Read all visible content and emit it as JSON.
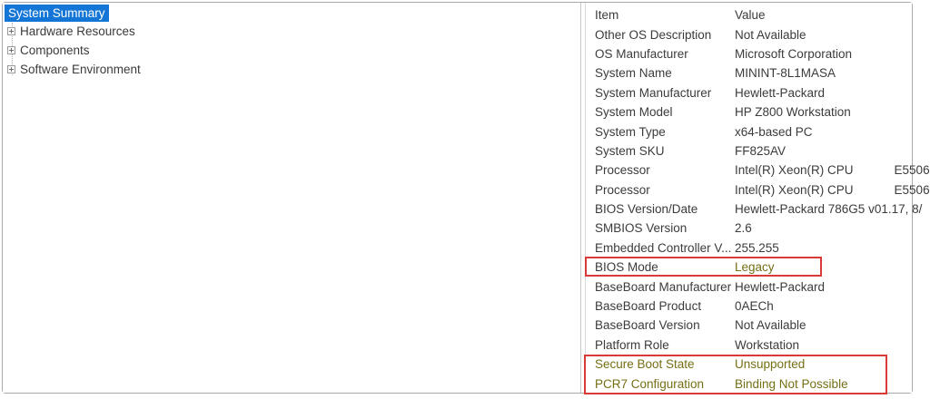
{
  "colors": {
    "selection_blue": "#1376d6",
    "highlight_olive": "#756f15",
    "annotation_red": "#d93a35",
    "text": "#3b3b3b",
    "window_border": "#a9a9a9"
  },
  "tree": {
    "selected_item": {
      "label": "System Summary"
    },
    "items": [
      {
        "label": "Hardware Resources",
        "expandable": true
      },
      {
        "label": "Components",
        "expandable": true
      },
      {
        "label": "Software Environment",
        "expandable": true
      }
    ]
  },
  "table": {
    "columns": [
      "Item",
      "Value"
    ],
    "rows": [
      {
        "item": "Other OS Description",
        "value": "Not Available",
        "highlighted": false,
        "boxed": false
      },
      {
        "item": "OS Manufacturer",
        "value": "Microsoft Corporation",
        "highlighted": false,
        "boxed": false
      },
      {
        "item": "System Name",
        "value": "MININT-8L1MASA",
        "highlighted": false,
        "boxed": false
      },
      {
        "item": "System Manufacturer",
        "value": "Hewlett-Packard",
        "highlighted": false,
        "boxed": false
      },
      {
        "item": "System Model",
        "value": "HP Z800 Workstation",
        "highlighted": false,
        "boxed": false
      },
      {
        "item": "System Type",
        "value": "x64-based PC",
        "highlighted": false,
        "boxed": false
      },
      {
        "item": "System SKU",
        "value": "FF825AV",
        "highlighted": false,
        "boxed": false
      },
      {
        "item": "Processor",
        "value": "Intel(R) Xeon(R) CPU            E5506",
        "highlighted": false,
        "boxed": false
      },
      {
        "item": "Processor",
        "value": "Intel(R) Xeon(R) CPU            E5506",
        "highlighted": false,
        "boxed": false
      },
      {
        "item": "BIOS Version/Date",
        "value": "Hewlett-Packard 786G5 v01.17, 8/",
        "highlighted": false,
        "boxed": false
      },
      {
        "item": "SMBIOS Version",
        "value": "2.6",
        "highlighted": false,
        "boxed": false
      },
      {
        "item": "Embedded Controller V...",
        "value": "255.255",
        "highlighted": false,
        "boxed": false
      },
      {
        "item": "BIOS Mode",
        "value": "Legacy",
        "highlighted": true,
        "boxed": true
      },
      {
        "item": "BaseBoard Manufacturer",
        "value": "Hewlett-Packard",
        "highlighted": false,
        "boxed": false
      },
      {
        "item": "BaseBoard Product",
        "value": "0AECh",
        "highlighted": false,
        "boxed": false
      },
      {
        "item": "BaseBoard Version",
        "value": "Not Available",
        "highlighted": false,
        "boxed": false
      },
      {
        "item": "Platform Role",
        "value": "Workstation",
        "highlighted": false,
        "boxed": false
      },
      {
        "item": "Secure Boot State",
        "value": "Unsupported",
        "highlighted": true,
        "boxed": true
      },
      {
        "item": "PCR7 Configuration",
        "value": "Binding Not Possible",
        "highlighted": true,
        "boxed": true
      }
    ]
  }
}
